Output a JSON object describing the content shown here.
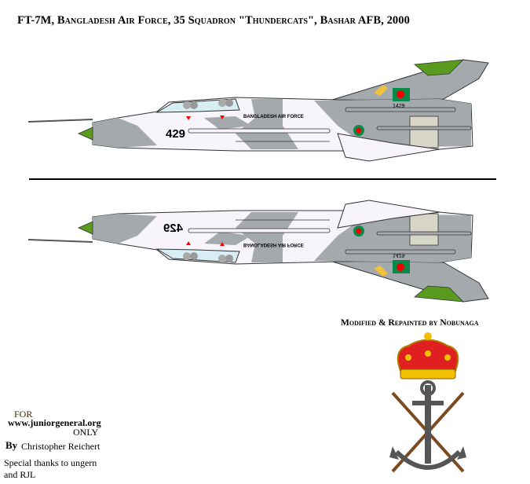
{
  "title": "FT-7M, Bangladesh Air Force, 35 Squadron \"Thundercats\", Bashar AFB, 2000",
  "modified_by": "Modified & Repainted by Nobunaga",
  "aircraft": {
    "side_number": "429",
    "fuselage_text": "BANGLADESH AIR FORCE",
    "tail_serial": "1429"
  },
  "footer": {
    "for_label": "FOR",
    "website": "www.juniorgeneral.org",
    "only_label": "ONLY",
    "by_label": "By",
    "author": "Christopher Reichert",
    "thanks_line1": "Special thanks to ungern",
    "thanks_line2": "and RJL"
  },
  "colors": {
    "camo_grey": "#a4a9ae",
    "camo_white": "#f8f4fb",
    "green": "#5a9a1e",
    "flag_green": "#0a8a4a",
    "flag_red": "#f20000",
    "beige": "#d8d6c6"
  }
}
